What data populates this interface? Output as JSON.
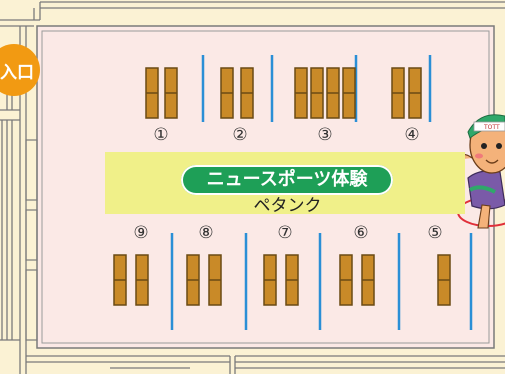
{
  "map": {
    "entrance_label": "入口",
    "event_title": "ニュースポーツ体験",
    "event_subtitle": "ペタンク",
    "booths_top": [
      "①",
      "②",
      "③",
      "④"
    ],
    "booths_bottom": [
      "⑨",
      "⑧",
      "⑦",
      "⑥",
      "⑤"
    ],
    "mascot_band_text": "TOTT"
  },
  "colors": {
    "background": "#fbf2d4",
    "hall_floor": "#fbe9e6",
    "wall": "#7a7a7a",
    "table": "#c98a28",
    "table_edge": "#6b4a14",
    "divider": "#2a8fd6",
    "event_band": "#f0f089",
    "event_pill": "#1e9f57",
    "entrance": "#f29a12"
  }
}
